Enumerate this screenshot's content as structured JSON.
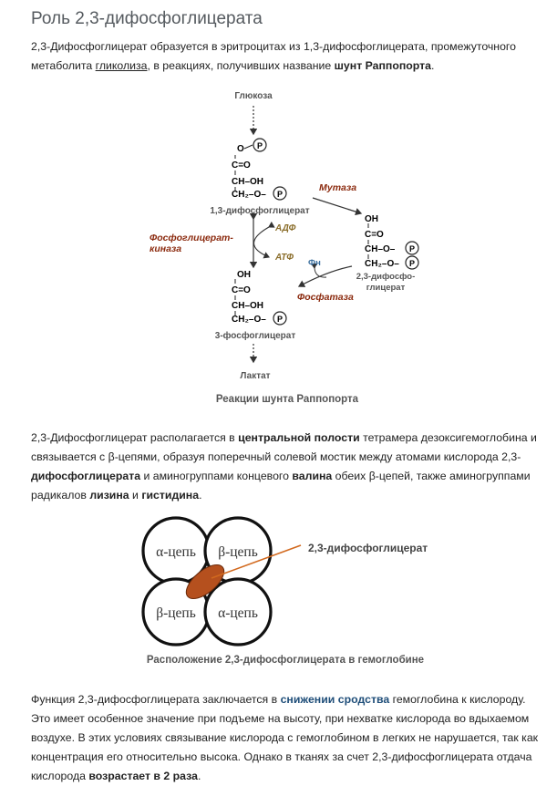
{
  "article": {
    "title": "Роль 2,3-дифосфоглицерата",
    "p1": {
      "t1": "2,3-Дифосфоглицерат образуется в эритроцитах из 1,3-дифосфоглицерата, промежуточного метаболита ",
      "link": "гликолиза",
      "t2": ", в реакциях, получивших название ",
      "b1": "шунт Раппопорта",
      "t3": "."
    },
    "scheme": {
      "glucose": "Глюкоза",
      "p": "P",
      "o": "O",
      "c_eq_o": "C=O",
      "ch_oh": "CH–OH",
      "ch2_o": "CH₂–O–",
      "bpg13": "1,3-дифосфоглицерат",
      "mutase": "Мутаза",
      "kinase1": "Фосфоглицерат-",
      "kinase2": "киназа",
      "adp": "АДФ",
      "atp": "АТФ",
      "fn": "Фн",
      "bpg23_1": "2,3-дифосфо-",
      "bpg23_2": "глицерат",
      "phosphatase": "Фосфатаза",
      "pg3": "3-фосфоглицерат",
      "lactate": "Лактат",
      "caption": "Реакции шунта Раппопорта"
    },
    "p2": {
      "t1": "2,3-Дифосфоглицерат располагается в ",
      "b1": "центральной полости",
      "t2": " тетрамера дезоксигемоглобина и связывается с β-цепями, образуя поперечный солевой мостик между атомами кислорода 2,3-",
      "b2": "дифосфоглицерата",
      "t3": " и аминогруппами концевого ",
      "b3": "валина",
      "t4": " обеих β-цепей, также аминогруппами радикалов ",
      "b4": "лизина",
      "t5": " и ",
      "b5": "гистидина",
      "t6": "."
    },
    "hemoglobin": {
      "alpha1": "α-цепь",
      "beta1": "β-цепь",
      "beta2": "β-цепь",
      "alpha2": "α-цепь",
      "label": "2,3-дифосфоглицерат",
      "caption": "Расположение 2,3-дифосфоглицерата в гемоглобине"
    },
    "p3": {
      "t1": "Функция 2,3-дифосфоглицерата заключается в ",
      "link": "снижении сродства",
      "t2": " гемоглобина к кислороду. Это имеет особенное значение при подъеме на высоту, при нехватке кислорода во вдыхаемом воздухе. В этих условиях связывание кислорода с гемоглобином в легких не нарушается, так как концентрация его относительно высока. Однако в тканях за счет 2,3-дифосфоглицерата отдача кислорода ",
      "b1": "возрастает в 2 раза",
      "t3": "."
    }
  },
  "colors": {
    "title": "#555a5f",
    "enzyme": "#8b2a0e",
    "cofactor": "#8a6d2a",
    "link_blue": "#1f4e79",
    "ellipse": "#b5501e",
    "pointer_line": "#d2691e"
  }
}
